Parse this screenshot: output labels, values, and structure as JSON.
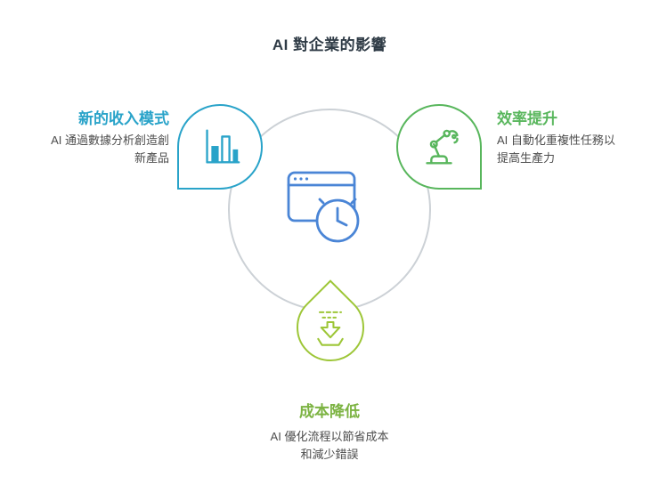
{
  "title": "AI 對企業的影響",
  "colors": {
    "title_text": "#2f3b46",
    "description_text": "#4d4d4d",
    "circle_outline": "#ccd1d6",
    "center_icon_blue": "#4a85d6",
    "revenue_blue": "#29a3c9",
    "efficiency_green": "#58b65c",
    "cost_lime": "#9dc637",
    "cost_label_green": "#7cb342"
  },
  "center": {
    "icon": "browser-clock-icon"
  },
  "nodes": [
    {
      "id": "new-revenue",
      "position": "top-left",
      "label": "新的收入模式",
      "desc_line1": "AI 通過數據分析創造創",
      "desc_line2": "新產品",
      "icon": "bar-chart-icon",
      "color": "#29a3c9"
    },
    {
      "id": "efficiency",
      "position": "top-right",
      "label": "效率提升",
      "desc_line1": "AI 自動化重複性任務以",
      "desc_line2": "提高生產力",
      "icon": "robot-arm-icon",
      "color": "#58b65c"
    },
    {
      "id": "cost-reduction",
      "position": "bottom",
      "label": "成本降低",
      "desc_line1": "AI 優化流程以節省成本",
      "desc_line2": "和減少錯誤",
      "icon": "download-arrow-icon",
      "color": "#9dc637"
    }
  ]
}
